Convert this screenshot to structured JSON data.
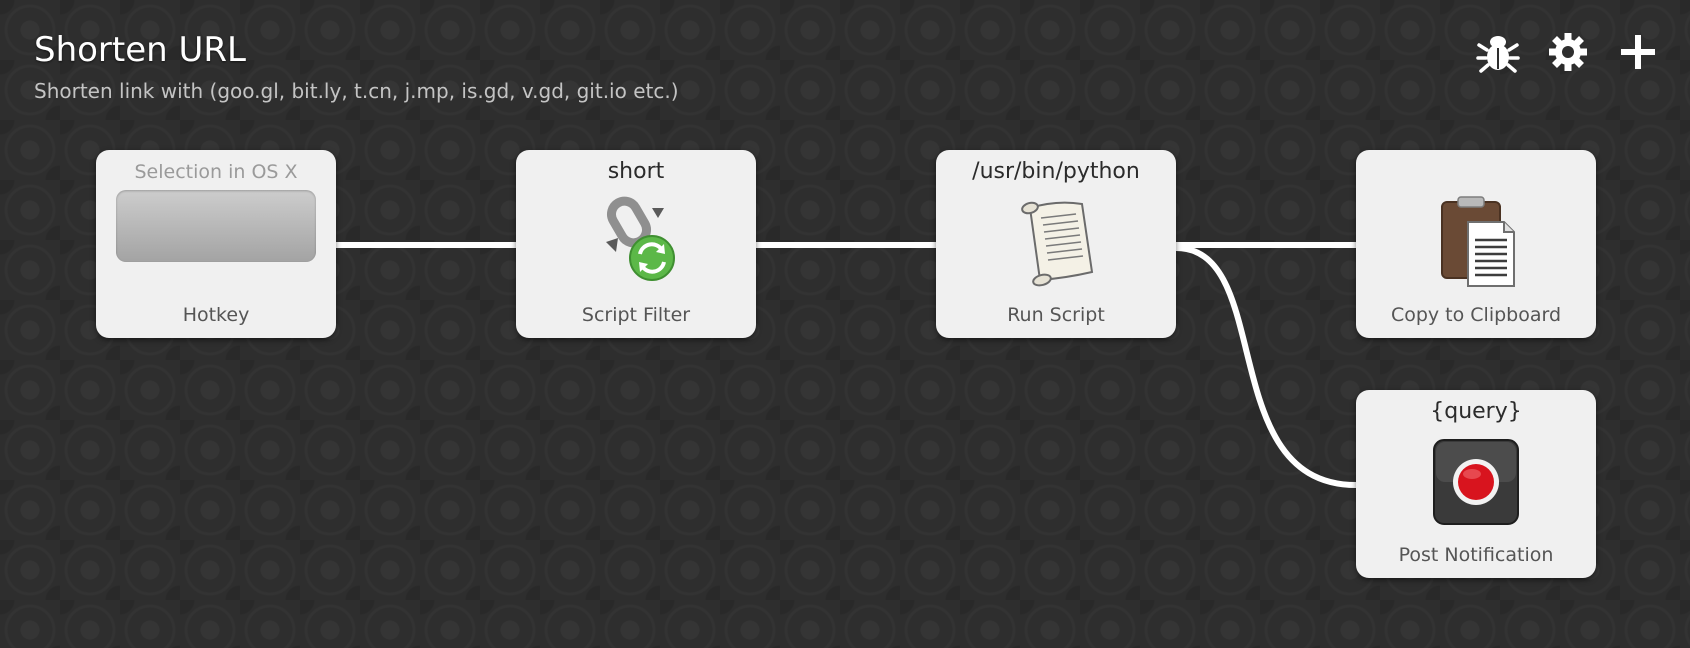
{
  "header": {
    "title": "Shorten URL",
    "subtitle": "Shorten link with (goo.gl, bit.ly, t.cn, j.mp, is.gd, v.gd, git.io etc.)"
  },
  "toolbar": {
    "items": [
      {
        "icon": "bug-icon",
        "action": "debug"
      },
      {
        "icon": "gear-icon",
        "action": "settings"
      },
      {
        "icon": "plus-icon",
        "action": "add"
      }
    ]
  },
  "nodes": {
    "hotkey": {
      "keyword": "Selection in OS X",
      "label": "Hotkey",
      "icon": "hotkey-well"
    },
    "script_filter": {
      "keyword": "short",
      "label": "Script Filter",
      "icon": "script-filter-icon"
    },
    "run_script": {
      "keyword": "/usr/bin/python",
      "label": "Run Script",
      "icon": "script-scroll-icon"
    },
    "copy_clipboard": {
      "keyword": "",
      "label": "Copy to Clipboard",
      "icon": "clipboard-icon"
    },
    "post_notification": {
      "keyword": "{query}",
      "label": "Post Notification",
      "icon": "notification-icon"
    }
  },
  "colors": {
    "background": "#2e2e2e",
    "node_background": "#f0f0f0",
    "connection": "#ffffff",
    "title": "#ffffff",
    "subtitle": "#c4c4c4"
  }
}
